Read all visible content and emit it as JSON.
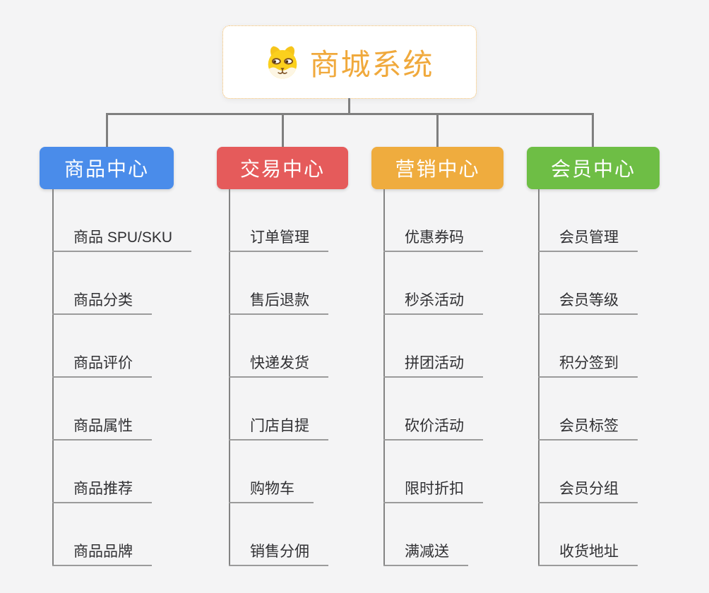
{
  "root": {
    "title": "商城系统",
    "icon": "dog-face-icon"
  },
  "branches": [
    {
      "label": "商品中心",
      "color": "#4A8CEA",
      "children": [
        "商品 SPU/SKU",
        "商品分类",
        "商品评价",
        "商品属性",
        "商品推荐",
        "商品品牌"
      ]
    },
    {
      "label": "交易中心",
      "color": "#E55B5B",
      "children": [
        "订单管理",
        "售后退款",
        "快递发货",
        "门店自提",
        "购物车",
        "销售分佣"
      ]
    },
    {
      "label": "营销中心",
      "color": "#EFAC3E",
      "children": [
        "优惠券码",
        "秒杀活动",
        "拼团活动",
        "砍价活动",
        "限时折扣",
        "满减送"
      ]
    },
    {
      "label": "会员中心",
      "color": "#6EBE45",
      "children": [
        "会员管理",
        "会员等级",
        "积分签到",
        "会员标签",
        "会员分组",
        "收货地址"
      ]
    }
  ],
  "colors": {
    "background": "#F4F4F5",
    "connector": "#7F7F7F",
    "leaf_line": "#9B9B9B",
    "leaf_text": "#303033",
    "root_title": "#F0A93C",
    "root_border": "#F2BA62"
  }
}
